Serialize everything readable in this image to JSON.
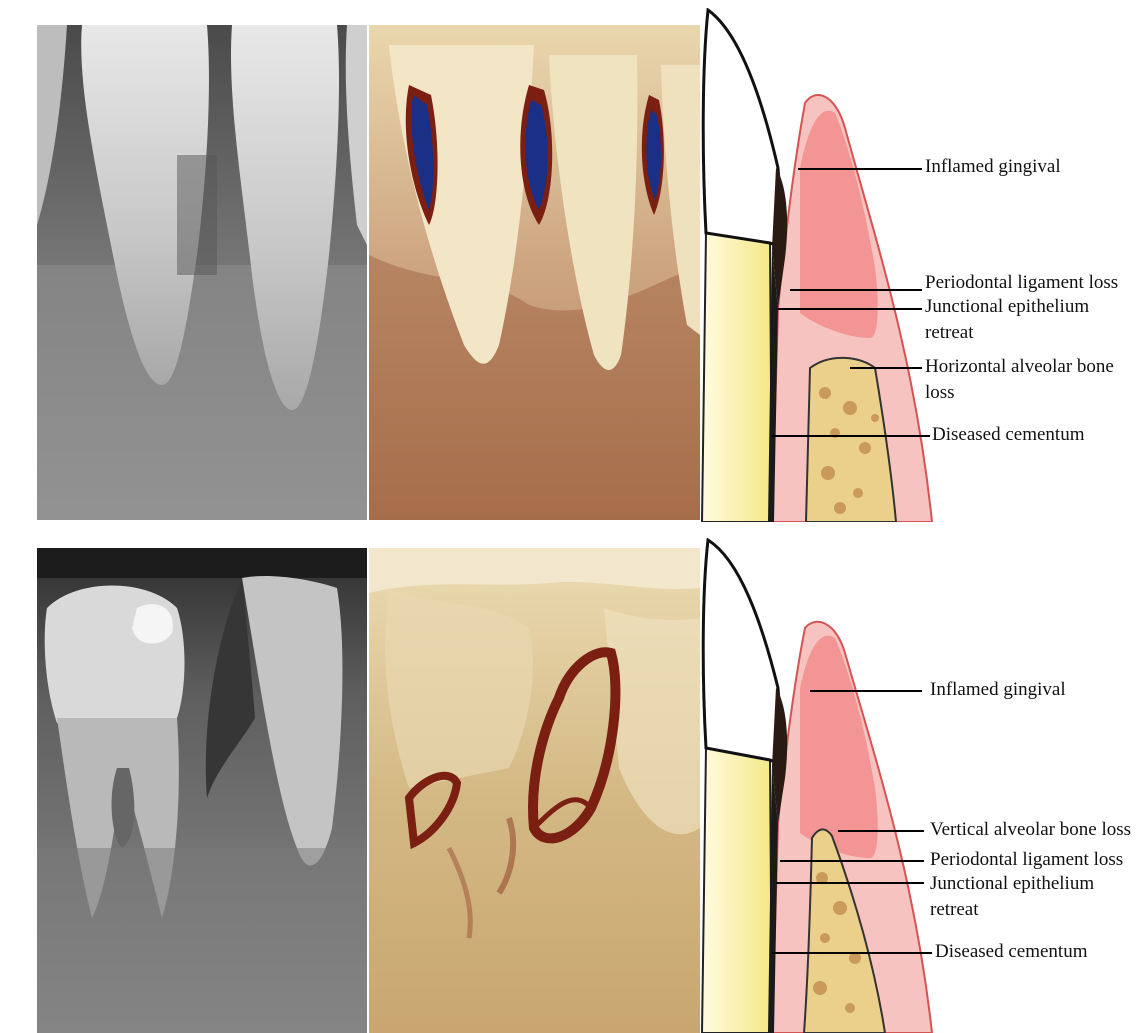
{
  "figure": {
    "rows": [
      {
        "id": "top",
        "label_title": "horizontal-bone-loss",
        "panels": [
          "radiograph",
          "colorized-radiograph",
          "schematic"
        ],
        "labels": [
          {
            "key": "inflamed",
            "text": "Inflamed gingival"
          },
          {
            "key": "pdl",
            "text": "Periodontal ligament loss"
          },
          {
            "key": "je1",
            "text": "Junctional  epithelium"
          },
          {
            "key": "je2",
            "text": "retreat"
          },
          {
            "key": "hab1",
            "text": "Horizontal alveolar bone"
          },
          {
            "key": "hab2",
            "text": "loss"
          },
          {
            "key": "cem",
            "text": "Diseased cementum"
          }
        ]
      },
      {
        "id": "bottom",
        "label_title": "vertical-bone-loss",
        "panels": [
          "radiograph",
          "colorized-radiograph",
          "schematic"
        ],
        "labels": [
          {
            "key": "inflamed",
            "text": "Inflamed gingival"
          },
          {
            "key": "vab",
            "text": "Vertical alveolar bone loss"
          },
          {
            "key": "pdl",
            "text": "Periodontal ligament loss"
          },
          {
            "key": "je1",
            "text": "Junctional epithelium"
          },
          {
            "key": "je2",
            "text": "retreat"
          },
          {
            "key": "cem",
            "text": "Diseased cementum"
          }
        ]
      }
    ],
    "colors": {
      "gingiva": "#f08a8a",
      "gingiva_light": "#f7c7c4",
      "bone": "#e8cf8a",
      "enamel": "#ffffff",
      "root": "#f7f0b0",
      "calculus": "#2a1a14",
      "xray_dark": "#3a3a3a",
      "xray_light": "#d8d8d8",
      "color_bg": "#d9c28f",
      "color_blue": "#1a2f86",
      "color_red": "#8a2a14"
    }
  }
}
